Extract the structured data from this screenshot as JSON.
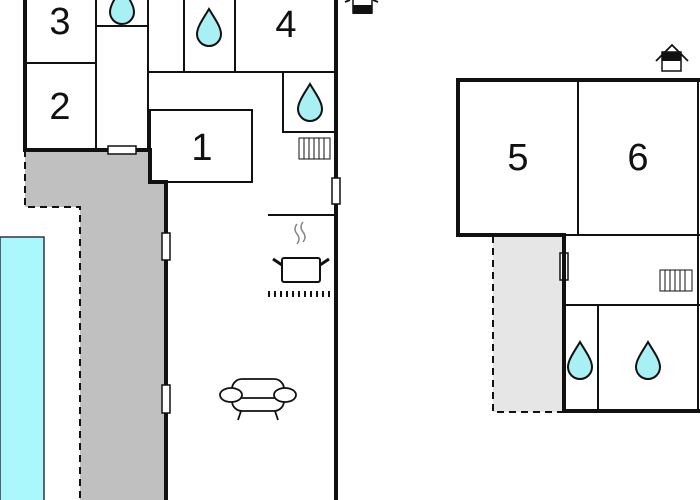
{
  "rooms": [
    {
      "label": "1"
    },
    {
      "label": "2"
    },
    {
      "label": "3"
    },
    {
      "label": "4"
    },
    {
      "label": "5"
    },
    {
      "label": "6"
    }
  ],
  "colors": {
    "terrace_main": "#c0c0c0",
    "terrace_annex": "#e6e6e6",
    "pool": "#aaf8fc",
    "water": "#a8f0f4",
    "walls": "#111111"
  },
  "icons": [
    "bathroom-drop-icon",
    "radiator-icon",
    "cooking-pot-icon",
    "armchair-icon",
    "entrance-house-icon"
  ]
}
